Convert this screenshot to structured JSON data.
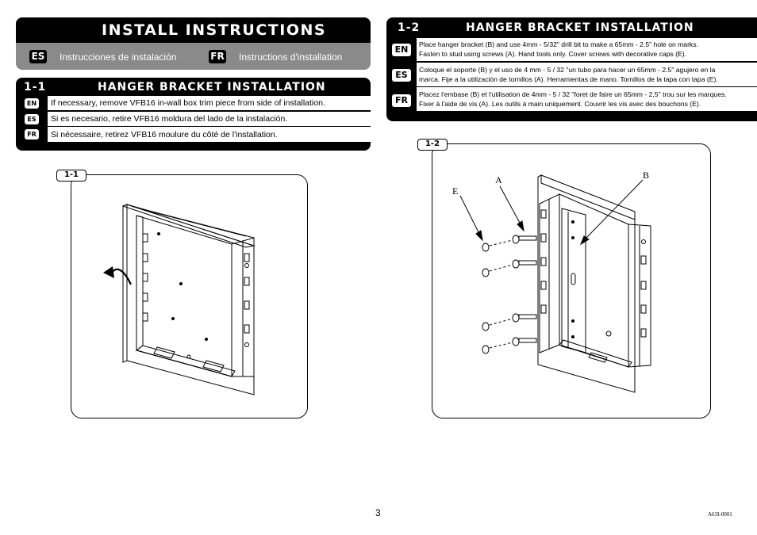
{
  "header": {
    "title": "INSTALL INSTRUCTIONS",
    "es_badge": "ES",
    "es_label": "Instrucciones de instalación",
    "fr_badge": "FR",
    "fr_label": "Instructions d'installation"
  },
  "step1": {
    "number": "1-1",
    "title": "HANGER BRACKET INSTALLATION",
    "rows": [
      {
        "lang": "EN",
        "text": "If necessary, remove VFB16 in-wall box trim piece from side of installation."
      },
      {
        "lang": "ES",
        "text": "Si es necesario, retire VFB16 moldura del lado de la instalación."
      },
      {
        "lang": "FR",
        "text": "Si nécessaire, retirez VFB16 moulure du côté de l'installation."
      }
    ],
    "figure_label": "1-1"
  },
  "step2": {
    "number": "1-2",
    "title": "HANGER BRACKET INSTALLATION",
    "rows": [
      {
        "lang": "EN",
        "line1": "Place hanger bracket (B) and use 4mm - 5/32\" drill bit to make a 65mm - 2.5\" hole on marks.",
        "line2": "Fasten to stud using screws (A).  Hand tools only.  Cover screws with decorative caps (E)."
      },
      {
        "lang": "ES",
        "line1": "Coloque el soporte (B) y el uso de 4 mm - 5 / 32 \"un tubo para hacer un 65mm - 2.5\" agujero en la",
        "line2": "marca. Fije a la utilización de tornillos (A). Herramientas de mano. Tornillos de la tapa con tapa (E)."
      },
      {
        "lang": "FR",
        "line1": "Placez l'embase (B) et l'utilisation de 4mm - 5 / 32 \"foret de faire un 65mm - 2,5\" trou sur les marques.",
        "line2": "Fixer à l'aide de vis (A). Les outils à main uniquement. Couvrir les vis avec des bouchons (E)."
      }
    ],
    "figure_label": "1-2",
    "callouts": {
      "a": "A",
      "b": "B",
      "e": "E"
    }
  },
  "footer": {
    "page_number": "3",
    "doc_code": "A63I-0001"
  }
}
